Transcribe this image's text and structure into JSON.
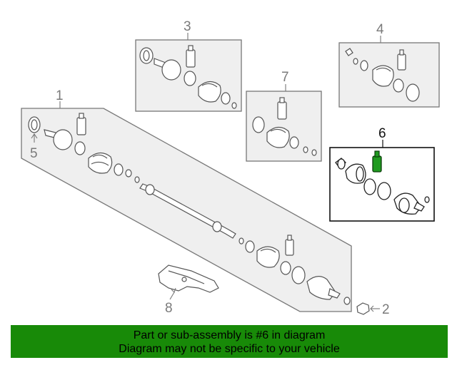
{
  "callouts": {
    "c1": "1",
    "c2": "2",
    "c3": "3",
    "c4": "4",
    "c5": "5",
    "c6": "6",
    "c7": "7",
    "c8": "8"
  },
  "banner": {
    "line1": "Part or sub-assembly is #6 in diagram",
    "line2": "Diagram may not be specific to your vehicle"
  },
  "colors": {
    "banner_bg": "#188a08",
    "highlight_part": "#1f9a1f"
  }
}
